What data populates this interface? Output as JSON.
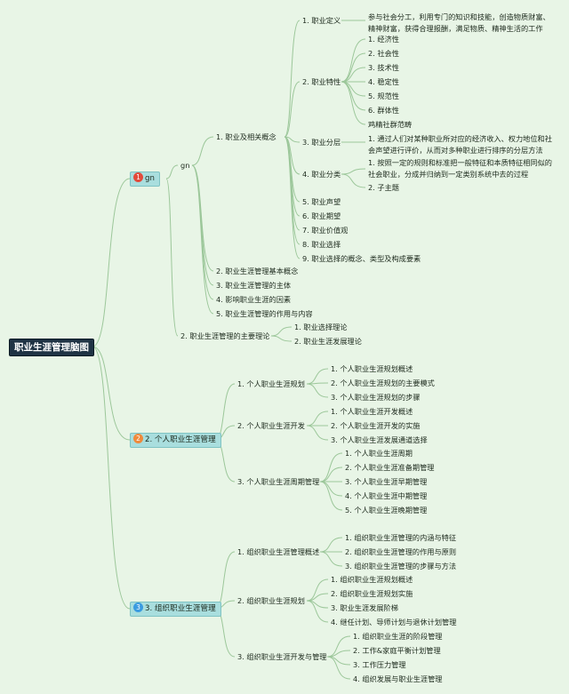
{
  "root": "职业生涯管理脑图",
  "colors": {
    "background": "#e8f5e6",
    "root_bg": "#1f3344",
    "main_bg": "#a9dede",
    "line": "#9cc79a",
    "badge1": "#e24a3b",
    "badge2": "#ef8a3c",
    "badge3": "#3b9be0"
  },
  "m1": {
    "badge": "1",
    "label": "gn",
    "sub": "gn",
    "c1": {
      "label": "1. 职业及相关概念",
      "d1": {
        "label": "1. 职业定义",
        "text1": "参与社会分工，利用专门的知识和技能，创造物质财富、",
        "text2": "精神财富，获得合理报酬，满足物质、精神生活的工作"
      },
      "d2": {
        "label": "2. 职业特性",
        "items": [
          "1. 经济性",
          "2. 社会性",
          "3. 技术性",
          "4. 稳定性",
          "5. 规范性",
          "6. 群体性",
          "鸡精社群范畴"
        ]
      },
      "d3": {
        "label": "3. 职业分层",
        "text1": "1. 通过人们对某种职业所对应的经济收入、权力地位和社",
        "text2": "会声望进行评价，从而对多种职业进行排序的分层方法"
      },
      "d4": {
        "label": "4. 职业分类",
        "text1": "1. 按照一定的规则和标准把一般特征和本质特征相同似的",
        "text2": "社会职业，分成并归纳到一定类别系统中去的过程",
        "text3": "2. 子主题"
      },
      "d5": "5. 职业声望",
      "d6": "6. 职业期望",
      "d7": "7. 职业价值观",
      "d8": "8. 职业选择",
      "d9": "9. 职业选择的概念、类型及构成要素"
    },
    "c2": "2. 职业生涯管理基本概念",
    "c3": "3. 职业生涯管理的主体",
    "c4": "4. 影响职业生涯的因素",
    "c5": "5. 职业生涯管理的作用与内容",
    "c6": {
      "label": "2. 职业生涯管理的主要理论",
      "items": [
        "1. 职业选择理论",
        "2. 职业生涯发展理论"
      ]
    }
  },
  "m2": {
    "badge": "2",
    "label": "2. 个人职业生涯管理",
    "c1": {
      "label": "1. 个人职业生涯规划",
      "items": [
        "1. 个人职业生涯规划概述",
        "2. 个人职业生涯规划的主要模式",
        "3. 个人职业生涯规划的步骤"
      ]
    },
    "c2": {
      "label": "2. 个人职业生涯开发",
      "items": [
        "1. 个人职业生涯开发概述",
        "2. 个人职业生涯开发的实施",
        "3. 个人职业生涯发展通道选择"
      ]
    },
    "c3": {
      "label": "3. 个人职业生涯周期管理",
      "items": [
        "1. 个人职业生涯周期",
        "2. 个人职业生涯准备期管理",
        "3. 个人职业生涯早期管理",
        "4. 个人职业生涯中期管理",
        "5. 个人职业生涯晚期管理"
      ]
    }
  },
  "m3": {
    "badge": "3",
    "label": "3. 组织职业生涯管理",
    "c1": {
      "label": "1. 组织职业生涯管理概述",
      "items": [
        "1. 组织职业生涯管理的内涵与特征",
        "2. 组织职业生涯管理的作用与原则",
        "3. 组织职业生涯管理的步骤与方法"
      ]
    },
    "c2": {
      "label": "2. 组织职业生涯规划",
      "items": [
        "1. 组织职业生涯规划概述",
        "2. 组织职业生涯规划实施",
        "3. 职业生涯发展阶梯",
        "4. 继任计划、导师计划与退休计划管理"
      ]
    },
    "c3": {
      "label": "3. 组织职业生涯开发与管理",
      "items": [
        "1. 组织职业生涯的阶段管理",
        "2. 工作&家庭平衡计划管理",
        "3. 工作压力管理",
        "4. 组织发展与职业生涯管理"
      ]
    }
  }
}
